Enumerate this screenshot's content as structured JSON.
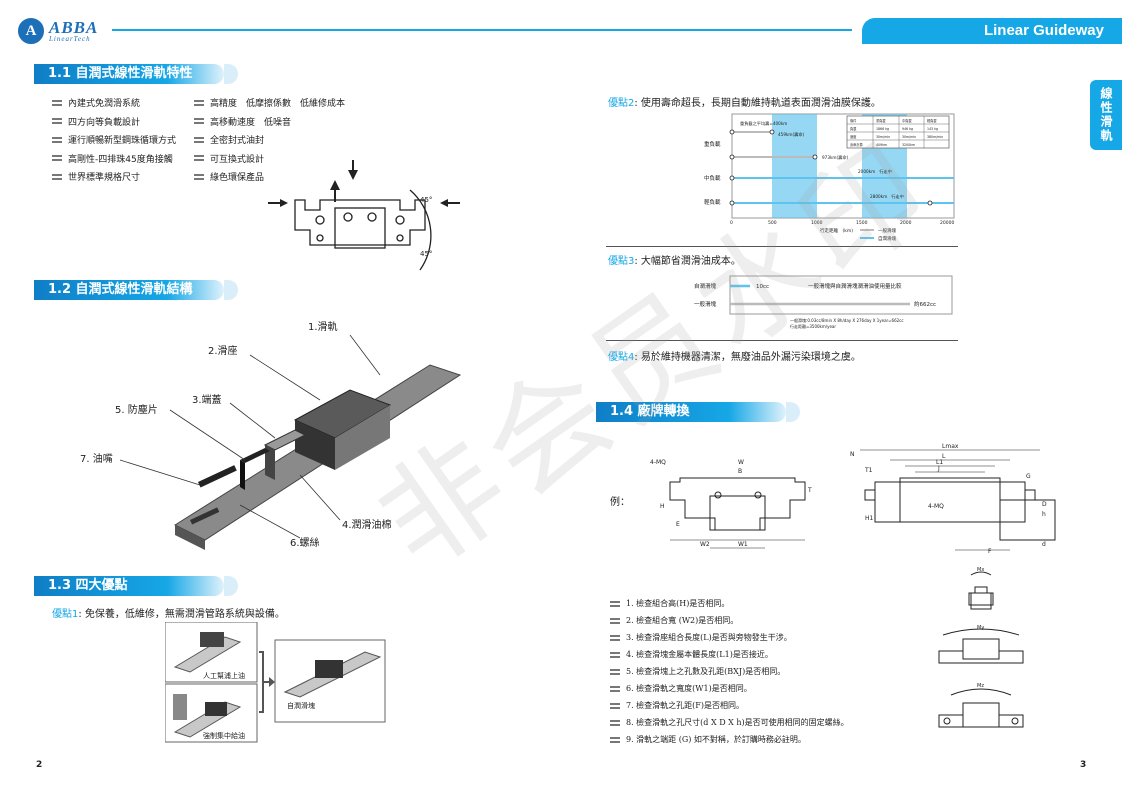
{
  "header": {
    "brand": "ABBA",
    "brand_sub": "LinearTech",
    "title": "Linear Guideway",
    "side_tab": "線性滑軌"
  },
  "section1": {
    "title": "1.1 自潤式線性滑軌特性",
    "features_left": [
      "內建式免潤滑系統",
      "四方向等負載設計",
      "運行順暢新型鋼珠循環方式",
      "高剛性-四排珠45度角接觸",
      "世界標準規格尺寸"
    ],
    "features_right": [
      "高精度　低摩擦係數　低維修成本",
      "高移動速度　低噪音",
      "全密封式油封",
      "可互換式設計",
      "綠色環保產品"
    ],
    "angle_labels": [
      "45°",
      "45°"
    ]
  },
  "section2": {
    "title": "1.2 自潤式線性滑軌結構",
    "parts": [
      "1.滑軌",
      "2.滑座",
      "3.端蓋",
      "5. 防塵片",
      "7. 油嘴",
      "4.潤滑油棉",
      "6.螺絲"
    ]
  },
  "section3": {
    "title": "1.3 四大優點",
    "adv1_key": "優點1",
    "adv1_text": ": 免保養，低維修，無需潤滑管路系統與設備。",
    "img_labels": [
      "人工幫浦上油",
      "強制集中給油",
      "自潤滑塊"
    ]
  },
  "right": {
    "adv2_key": "優點2",
    "adv2_text": ": 使用壽命超長，長期自動維持軌道表面潤滑油膜保護。",
    "chart2": {
      "rows": [
        "重負載",
        "中負載",
        "輕負載"
      ],
      "notes": [
        "重負載之平均壽=400km",
        "459km(壽命)",
        "973km(壽命)",
        "2000km　行走中",
        "2800km　行走中"
      ],
      "x_ticks": [
        "0",
        "500",
        "1000",
        "1500",
        "2000",
        "20000"
      ],
      "x_label": "行走距離　(km)",
      "legend": [
        "一般滑塊",
        "自潤滑塊"
      ],
      "table_head": [
        "條件",
        "重負載",
        "中負載",
        "輕負載"
      ],
      "table_rows": [
        [
          "負載",
          "1866 kg",
          "946 kg",
          "143 kg"
        ],
        [
          "速度",
          "30m/min",
          "30m/min",
          "380m/min"
        ],
        [
          "壽命計算",
          "409km",
          "3200km",
          ""
        ]
      ]
    },
    "adv3_key": "優點3",
    "adv3_text": ": 大幅節省潤滑油成本。",
    "chart3": {
      "row1": "自潤滑塊",
      "row1_val": "10cc",
      "row2": "一般滑塊",
      "row2_val": "約662cc",
      "note_top": "一般滑塊與自潤滑塊潤滑油使用量比較",
      "formula1": "一般滑塊:0.03cc/8min X 8h/day X 276day X 1year=662cc",
      "formula2": "行走距離=3500km/year"
    },
    "adv4_key": "優點4",
    "adv4_text": ": 易於維持機器清潔，無廢油品外漏污染環境之虞。",
    "section4_title": "1.4 廠牌轉換",
    "example_label": "例：",
    "dim_labels": {
      "front": [
        "4-MQ",
        "W",
        "B",
        "H",
        "E",
        "W2",
        "W1",
        "T"
      ],
      "side": [
        "Lmax",
        "L",
        "L1",
        "J",
        "N",
        "G",
        "T1",
        "H1",
        "4-MQ",
        "F",
        "d",
        "h",
        "D"
      ]
    },
    "checks": [
      "1. 檢查組合高(H)是否相同。",
      "2. 檢查組合寬 (W2)是否相同。",
      "3. 檢查滑座組合長度(L)是否與旁物發生干涉。",
      "4. 檢查滑塊金屬本體長度(L1)是否接近。",
      "5. 檢查滑塊上之孔數及孔距(BXJ)是否相同。",
      "6. 檢查滑軌之寬度(W1)是否相同。",
      "7. 檢查滑軌之孔距(F)是否相同。",
      "8. 檢查滑軌之孔尺寸(d X D X h)是否可使用相同的固定螺絲。",
      "9. 滑軌之端距 (G) 如不對稱，於訂購時務必註明。"
    ],
    "moment_labels": [
      "Mx",
      "My",
      "Mz"
    ]
  },
  "watermark": "非会员水印",
  "page_left": "2",
  "page_right": "3"
}
